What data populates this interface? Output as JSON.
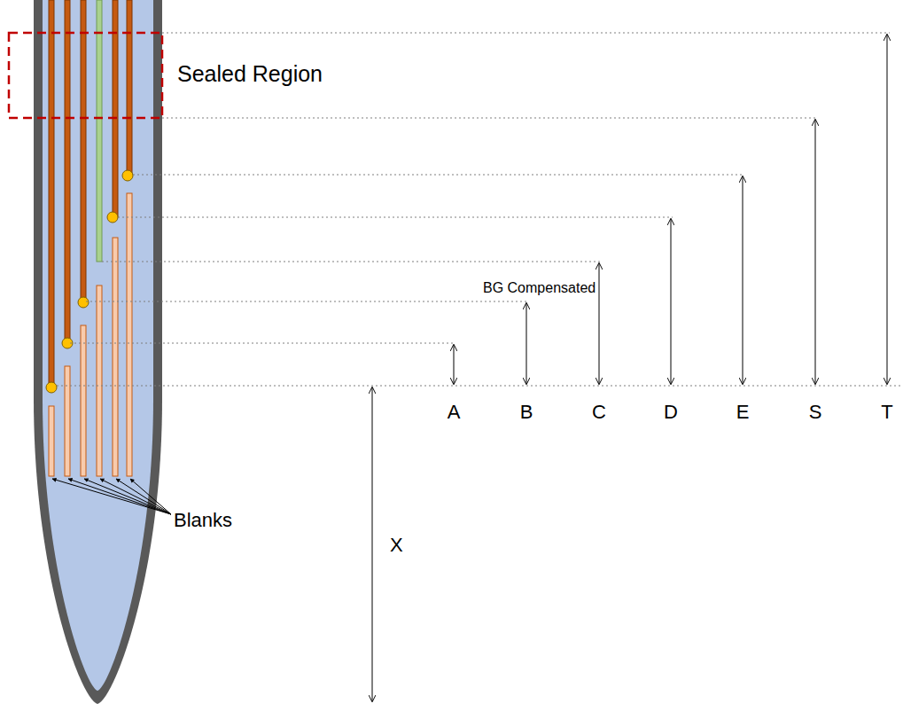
{
  "diagram": {
    "labels": [
      "Sealed Region",
      "BG Compensated",
      "A",
      "B",
      "C",
      "D",
      "E",
      "S",
      "T",
      "X",
      "Blanks"
    ]
  }
}
